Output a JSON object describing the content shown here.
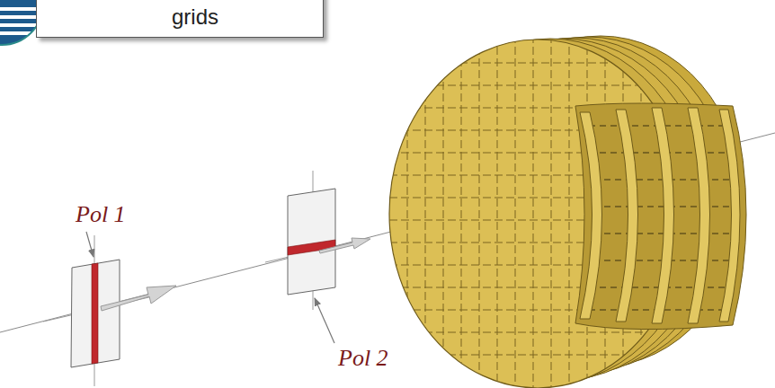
{
  "diagram": {
    "nodes": [
      {
        "text": [
          "grids"
        ]
      }
    ],
    "labels": [
      "Pol 1",
      "Pol 2"
    ]
  }
}
